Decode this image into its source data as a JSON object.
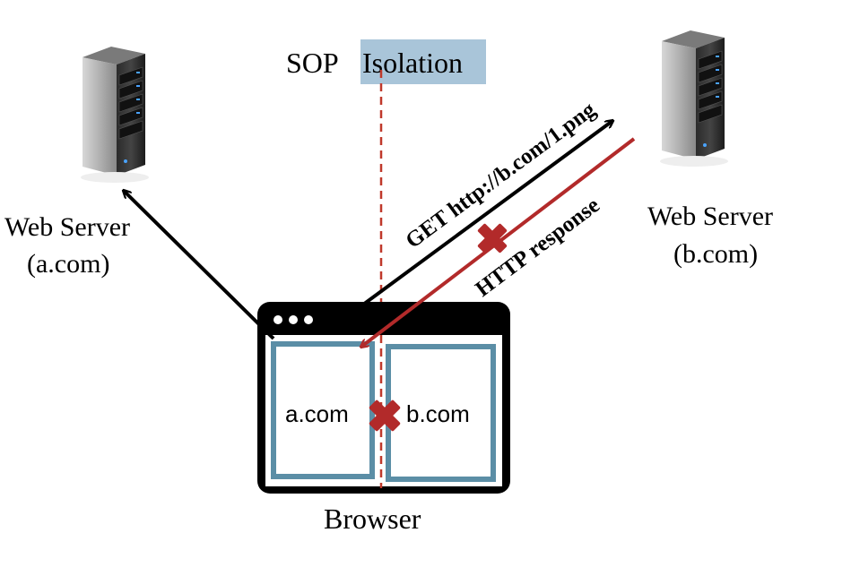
{
  "title": {
    "prefix": "SOP ",
    "highlight": "Isolation",
    "highlight_color": "#a9c5d9"
  },
  "servers": {
    "a": {
      "line1": "Web Server",
      "line2": "(a.com)"
    },
    "b": {
      "line1": "Web Server",
      "line2": "(b.com)"
    }
  },
  "arrows": {
    "request_label": "GET http://b.com/1.png",
    "response_label": "HTTP response"
  },
  "browser": {
    "label": "Browser",
    "frames": [
      {
        "label": "a.com"
      },
      {
        "label": "b.com"
      }
    ],
    "window_dots": "●●●"
  },
  "colors": {
    "isolation_line": "#c0392b",
    "response_arrow": "#b22a2a",
    "blocked_marker": "#b22a2a",
    "frame_border": "#5b8ea6",
    "request_arrow": "#000000"
  },
  "icons": {
    "server_icon": "server-tower-icon",
    "blocked_icon": "x-cross-icon"
  }
}
